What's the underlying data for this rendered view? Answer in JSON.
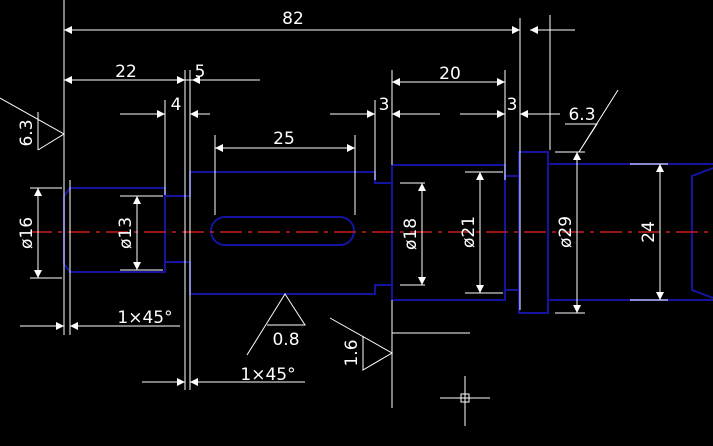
{
  "drawing": {
    "overall_length": "82",
    "len_22": "22",
    "len_5": "5",
    "len_4": "4",
    "len_25": "25",
    "len_3a": "3",
    "len_20": "20",
    "len_3b": "3",
    "dia_16": "ø16",
    "dia_13": "ø13",
    "dia_18": "ø18",
    "dia_21": "ø21",
    "dia_29": "ø29",
    "dim_24": "24",
    "chamfer_1": "1×45°",
    "chamfer_2": "1×45°",
    "rough_left": "6.3",
    "rough_right": "6.3",
    "rough_bottom": "0.8",
    "rough_mid": "1.6"
  },
  "colors": {
    "background": "#000000",
    "outline": "#1414a0",
    "dimension": "#ffffff",
    "centerline": "#c81e1e"
  }
}
